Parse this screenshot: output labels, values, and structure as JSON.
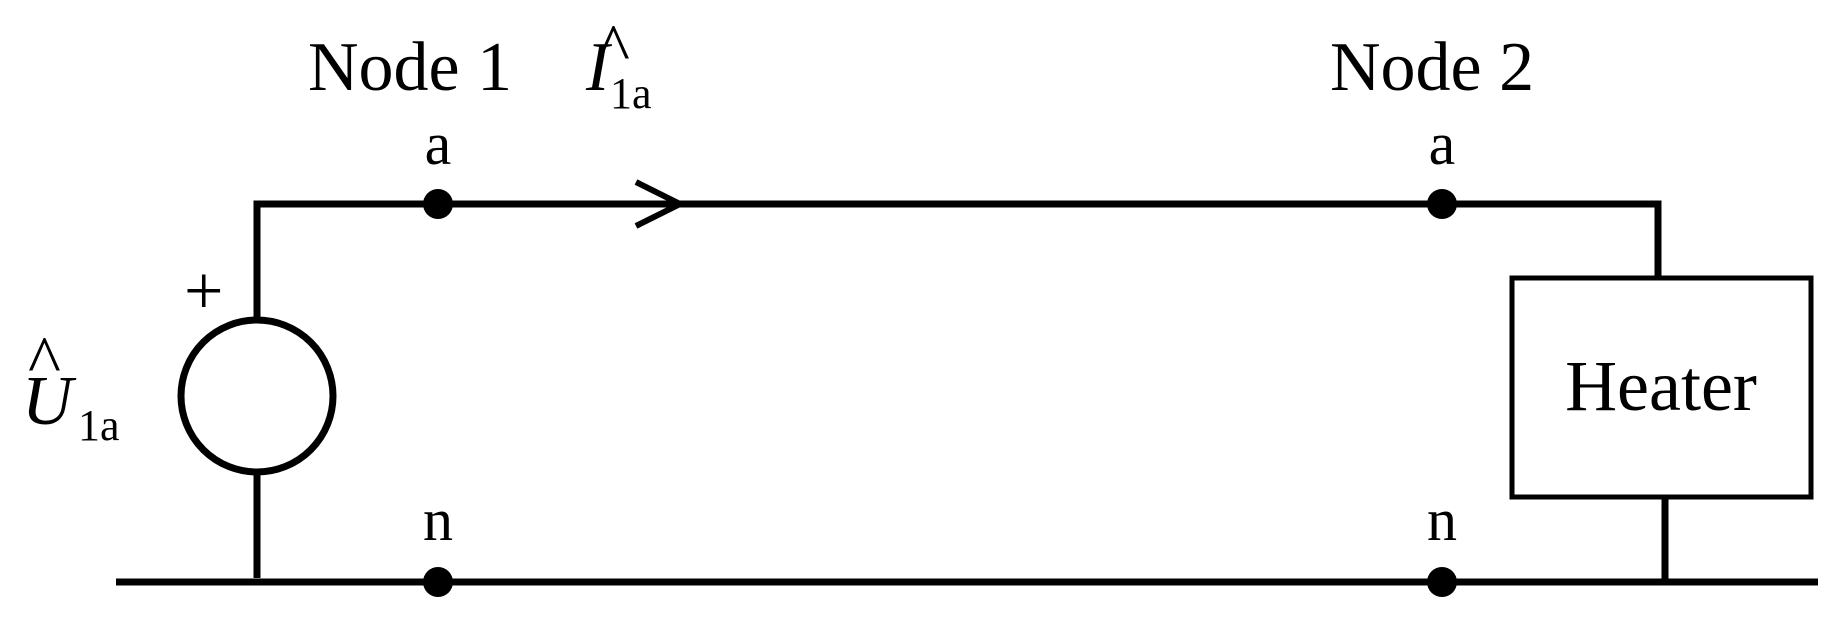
{
  "node1": {
    "title": "Node 1",
    "phase_label": "a",
    "neutral_label": "n"
  },
  "node2": {
    "title": "Node 2",
    "phase_label": "a",
    "neutral_label": "n"
  },
  "current": {
    "hat": "^",
    "symbol": "I",
    "subscript": "1a"
  },
  "source": {
    "hat": "^",
    "symbol": "U",
    "subscript": "1a",
    "polarity": "+"
  },
  "load": {
    "label": "Heater"
  },
  "colors": {
    "line": "#000000",
    "background": "#ffffff"
  }
}
